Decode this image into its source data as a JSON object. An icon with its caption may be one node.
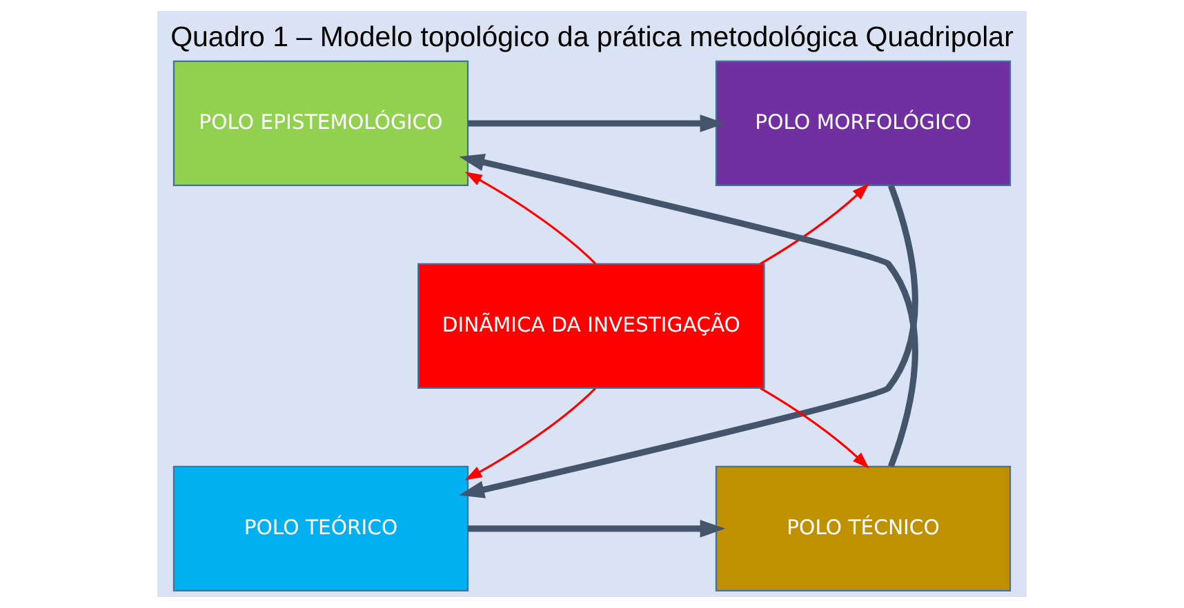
{
  "diagram": {
    "title": "Quadro 1 – Modelo topológico da prática metodológica Quadripolar",
    "nodes": [
      {
        "text": [
          "POLO EPISTEMOLÓGICO"
        ]
      },
      {
        "text": [
          "POLO MORFOLÓGICO"
        ]
      },
      {
        "text": [
          "DINÃMICA DA INVESTIGAÇÃO"
        ]
      },
      {
        "text": [
          "POLO TEÓRICO"
        ]
      },
      {
        "text": [
          "POLO TÉCNICO"
        ]
      }
    ],
    "edges": [
      {
        "from": 0,
        "to": 1,
        "arrow": "to",
        "style": "thick",
        "color": "#44546a"
      },
      {
        "from": 1,
        "to": 3,
        "arrow": "to",
        "style": "thick",
        "color": "#44546a"
      },
      {
        "from": 4,
        "to": 0,
        "arrow": "to",
        "style": "thick",
        "color": "#44546a"
      },
      {
        "from": 3,
        "to": 4,
        "arrow": "to",
        "style": "thick",
        "color": "#44546a"
      },
      {
        "from": 2,
        "to": 0,
        "arrow": "to",
        "color": "#ff0000"
      },
      {
        "from": 2,
        "to": 1,
        "arrow": "to",
        "color": "#ff0000"
      },
      {
        "from": 2,
        "to": 3,
        "arrow": "to",
        "color": "#ff0000"
      },
      {
        "from": 2,
        "to": 4,
        "arrow": "to",
        "color": "#ff0000"
      }
    ]
  }
}
